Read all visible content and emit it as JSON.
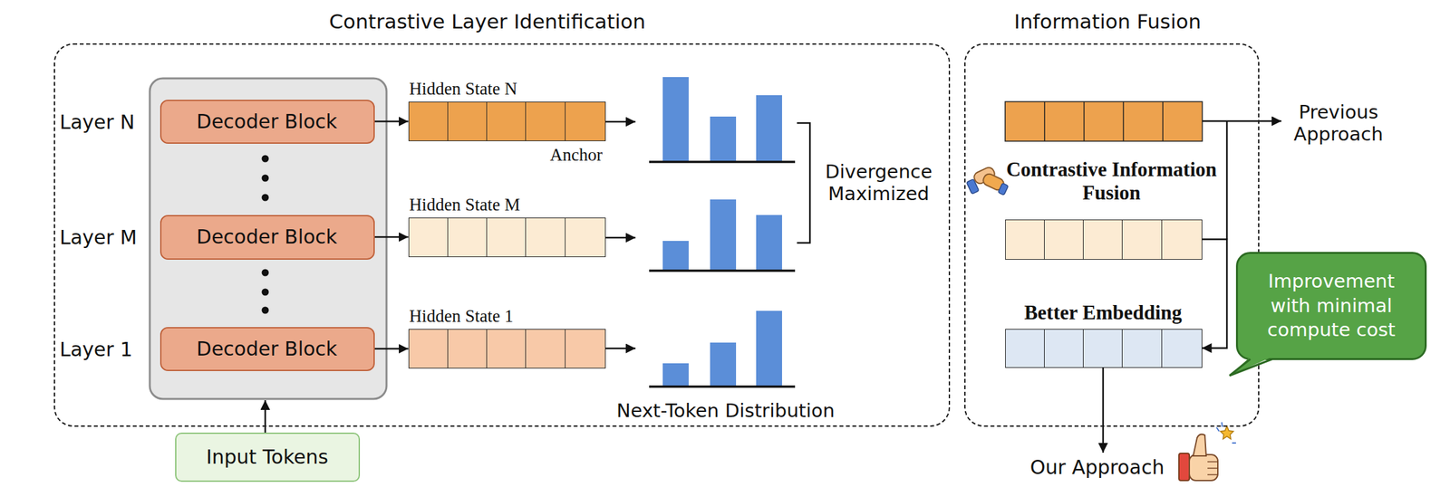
{
  "diagram": {
    "nodes": [
      {
        "text": [
          "Contrastive Layer Identification"
        ]
      },
      {
        "text": [
          "Decoder Block"
        ],
        "in": 0
      },
      {
        "text": [
          "Decoder Block"
        ],
        "in": 0
      },
      {
        "text": [
          "Decoder Block"
        ],
        "in": 0
      },
      {
        "text": [
          "Hidden State N",
          "Anchor"
        ],
        "in": 0
      },
      {
        "text": [
          "Hidden State M"
        ],
        "in": 0
      },
      {
        "text": [
          "Hidden State 1"
        ],
        "in": 0
      },
      {
        "text": [
          "Input Tokens"
        ]
      },
      {
        "text": [
          "Information Fusion"
        ]
      },
      {
        "text": [
          "Contrastive Information Fusion"
        ],
        "in": 8
      },
      {
        "text": [
          "Better Embedding"
        ],
        "in": 8
      },
      {
        "text": [
          "Improvement with minimal compute cost"
        ]
      }
    ],
    "edges": [
      {
        "from": 1,
        "to": 4,
        "arrow": "to"
      },
      {
        "from": 2,
        "to": 5,
        "arrow": "to"
      },
      {
        "from": 3,
        "to": 6,
        "arrow": "to"
      },
      {
        "from": 9,
        "to": 10,
        "arrow": "to"
      }
    ],
    "labels": [
      "Layer N",
      "Layer M",
      "Layer 1",
      "Divergence Maximized",
      "Next-Token Distribution",
      "Previous Approach",
      "Our Approach"
    ]
  }
}
